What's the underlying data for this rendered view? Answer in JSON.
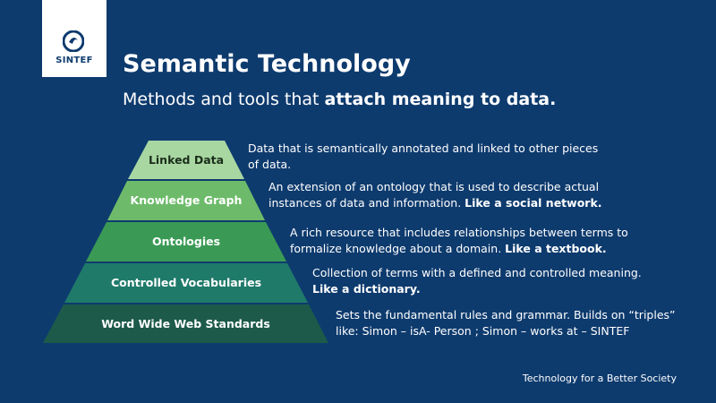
{
  "logo": {
    "brand": "SINTEF",
    "icon": "sintef-logo-icon"
  },
  "header": {
    "title": "Semantic Technology",
    "subtitle_plain": "Methods and tools that ",
    "subtitle_bold": "attach meaning to data."
  },
  "pyramid": {
    "levels": [
      {
        "label": "Linked Data",
        "color": "#a9d7a2",
        "desc_plain": "Data that is semantically annotated and linked to other pieces of data.",
        "desc_bold": ""
      },
      {
        "label": "Knowledge Graph",
        "color": "#6dbb6a",
        "desc_plain": "An extension of an ontology that is used to describe actual instances of data and information. ",
        "desc_bold": "Like a social network."
      },
      {
        "label": "Ontologies",
        "color": "#3a9a55",
        "desc_plain": "A rich resource that includes relationships between terms to formalize knowledge about a domain. ",
        "desc_bold": "Like a textbook."
      },
      {
        "label": "Controlled Vocabularies",
        "color": "#1f7a6a",
        "desc_plain": "Collection of terms with a defined and controlled meaning. ",
        "desc_bold": "Like a dictionary."
      },
      {
        "label": "Word Wide Web Standards",
        "color": "#1d5a4a",
        "desc_plain": "Sets the fundamental rules and grammar. Builds on “triples” like: Simon – isA- Person ; Simon – works at – SINTEF",
        "desc_bold": ""
      }
    ]
  },
  "footer": {
    "tagline": "Technology for a Better Society"
  }
}
